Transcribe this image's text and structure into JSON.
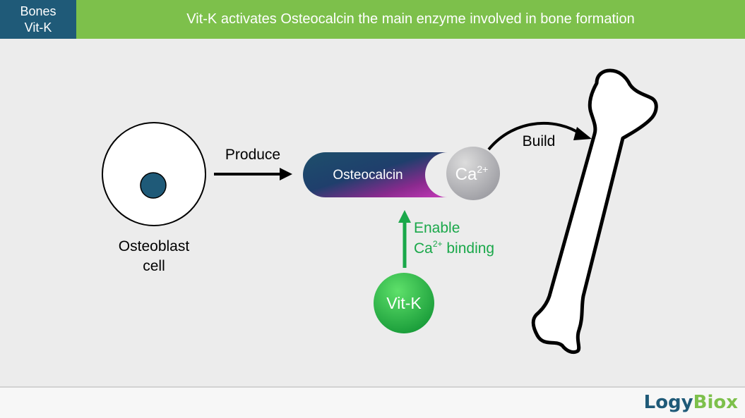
{
  "header": {
    "tag_line1": "Bones",
    "tag_line2": "Vit-K",
    "title": "Vit-K activates Osteocalcin the main enzyme involved in bone formation"
  },
  "diagram": {
    "cell_label_line1": "Osteoblast",
    "cell_label_line2": "cell",
    "produce_label": "Produce",
    "protein_label": "Osteocalcin",
    "ion_base": "Ca",
    "ion_sup": "2+",
    "build_label": "Build",
    "enable_line1": "Enable",
    "enable_base": "Ca",
    "enable_sup": "2+",
    "enable_rest": " binding",
    "vitk_label": "Vit-K"
  },
  "footer": {
    "logo_part1": "Logy",
    "logo_part2": "Biox"
  },
  "colors": {
    "header_dark": "#1f5a78",
    "header_green": "#7dc04b",
    "enable_green": "#1aa84a"
  }
}
